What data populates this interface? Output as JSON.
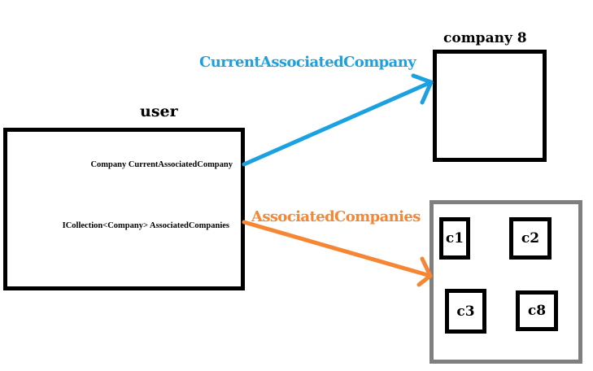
{
  "user": {
    "title": "user",
    "fields": [
      "Company CurrentAssociatedCompany",
      "ICollection<Company> AssociatedCompanies"
    ]
  },
  "company8": {
    "title": "company 8"
  },
  "associated_group": {
    "items": [
      "c1",
      "c2",
      "c3",
      "c8"
    ]
  },
  "relations": [
    {
      "label": "CurrentAssociatedCompany",
      "color": "#1ba1e2",
      "from": "user.CurrentAssociatedCompany",
      "to": "company 8"
    },
    {
      "label": "AssociatedCompanies",
      "color": "#f58634",
      "from": "user.AssociatedCompanies",
      "to": "associated companies group"
    }
  ]
}
